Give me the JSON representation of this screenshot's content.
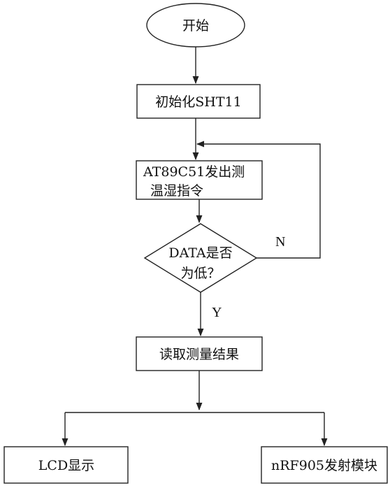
{
  "flowchart": {
    "start": "开始",
    "init": "初始化SHT11",
    "send_cmd": [
      "AT89C51发出测",
      "温湿指令"
    ],
    "decision": [
      "DATA是否",
      "为低？"
    ],
    "read": "读取测量结果",
    "lcd": "LCD显示",
    "nrf": "nRF905发射模块"
  },
  "edge_labels": {
    "no": "N",
    "yes": "Y"
  }
}
